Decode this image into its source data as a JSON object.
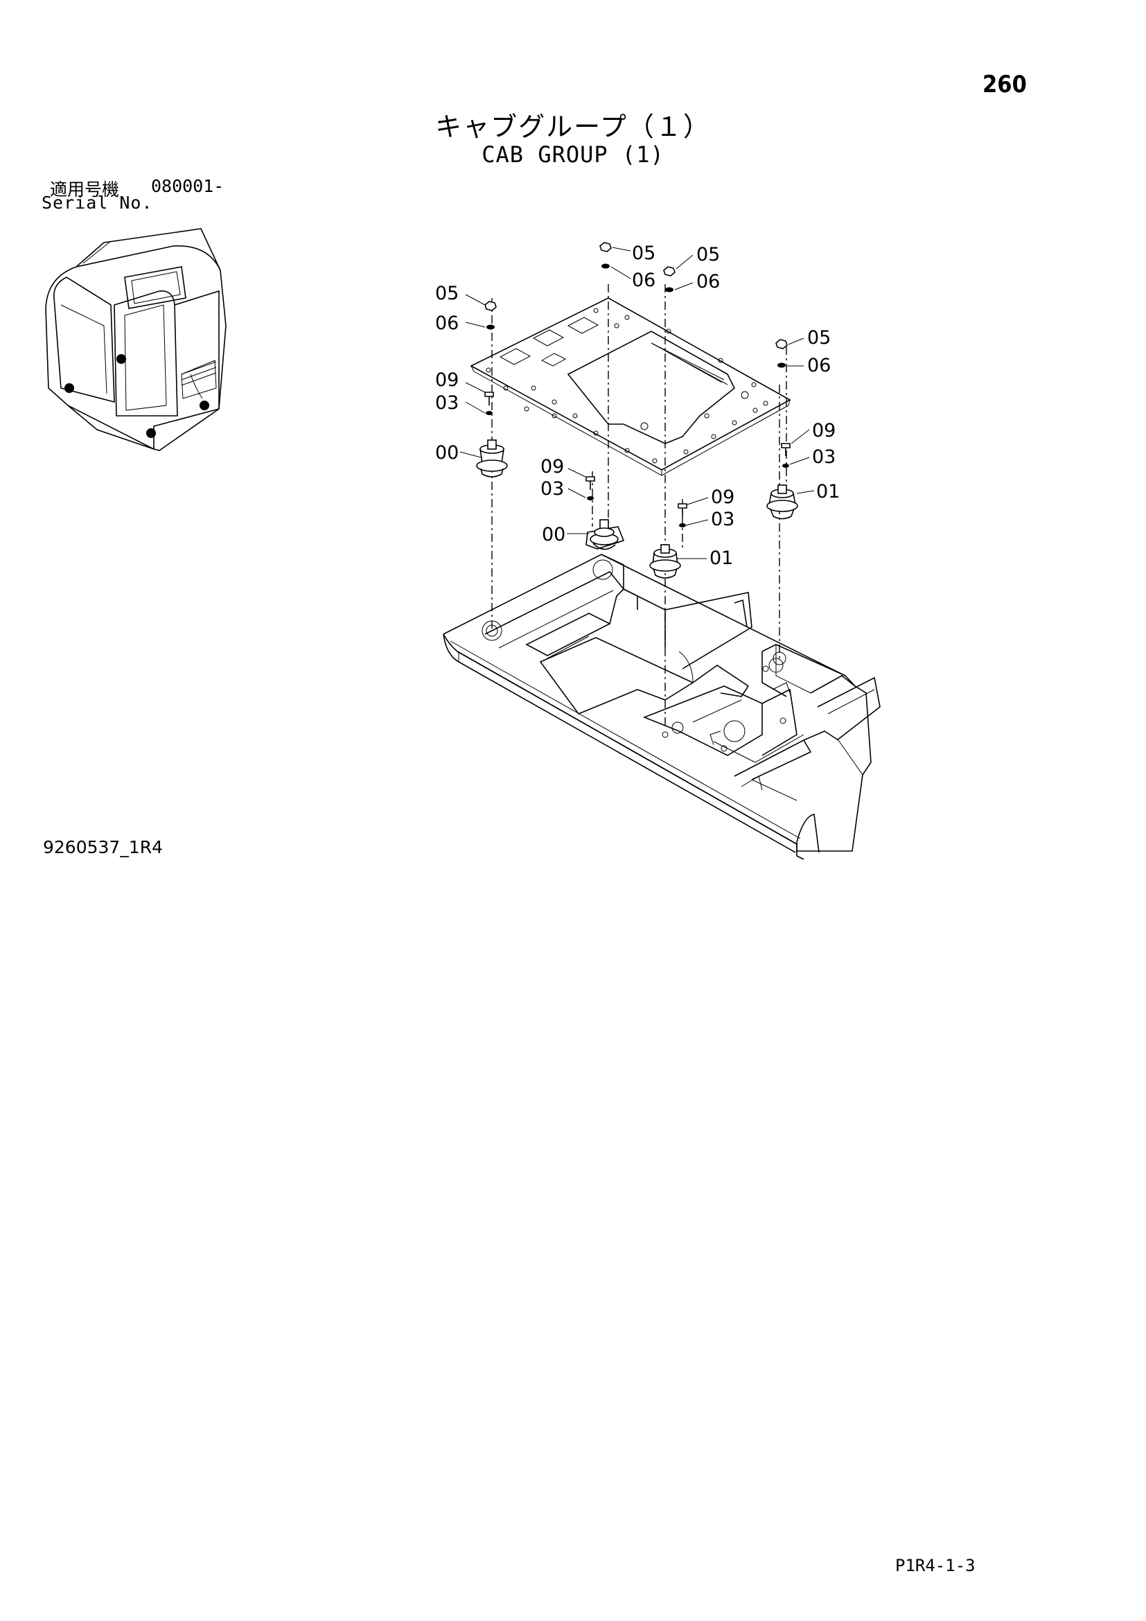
{
  "page_number": "260",
  "title_jp": "キャブグループ（１）",
  "title_en": "CAB GROUP (1)",
  "serial": {
    "label_jp": "適用号機",
    "value": "080001-",
    "label_en": "Serial No."
  },
  "drawing_number": "9260537_1R4",
  "page_code": "P1R4-1-3",
  "callouts": [
    {
      "id": "c1",
      "text": "05"
    },
    {
      "id": "c2",
      "text": "06"
    },
    {
      "id": "c3",
      "text": "05"
    },
    {
      "id": "c4",
      "text": "06"
    },
    {
      "id": "c5",
      "text": "05"
    },
    {
      "id": "c6",
      "text": "06"
    },
    {
      "id": "c7",
      "text": "09"
    },
    {
      "id": "c8",
      "text": "03"
    },
    {
      "id": "c9",
      "text": "05"
    },
    {
      "id": "c10",
      "text": "06"
    },
    {
      "id": "c11",
      "text": "00"
    },
    {
      "id": "c12",
      "text": "09"
    },
    {
      "id": "c13",
      "text": "03"
    },
    {
      "id": "c14",
      "text": "09"
    },
    {
      "id": "c15",
      "text": "03"
    },
    {
      "id": "c16",
      "text": "01"
    },
    {
      "id": "c17",
      "text": "09"
    },
    {
      "id": "c18",
      "text": "03"
    },
    {
      "id": "c19",
      "text": "00"
    },
    {
      "id": "c20",
      "text": "01"
    }
  ]
}
